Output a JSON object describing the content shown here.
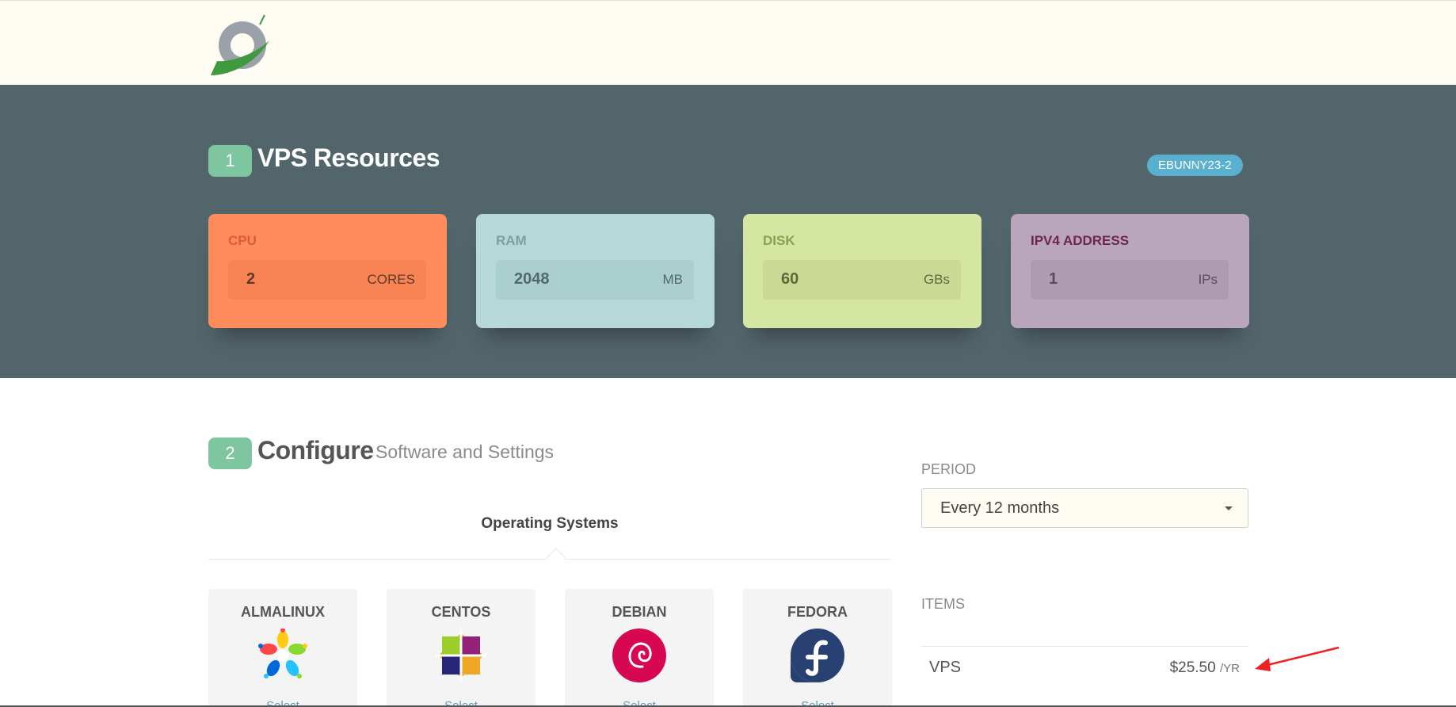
{
  "header": {
    "logo_icon": "company-logo-icon"
  },
  "resources": {
    "step": "1",
    "title": "VPS Resources",
    "promo_code": "EBUNNY23-2",
    "cards": [
      {
        "label": "CPU",
        "value": "2",
        "unit": "CORES",
        "color": "#ff8c5a"
      },
      {
        "label": "RAM",
        "value": "2048",
        "unit": "MB",
        "color": "#b6d9d8"
      },
      {
        "label": "DISK",
        "value": "60",
        "unit": "GBs",
        "color": "#d5e5a2"
      },
      {
        "label": "IPV4 ADDRESS",
        "value": "1",
        "unit": "IPs",
        "color": "#b9a6bc"
      }
    ]
  },
  "configure": {
    "step": "2",
    "title": "Configure",
    "subtitle": "Software and Settings",
    "os_tab_label": "Operating Systems",
    "os_options": [
      {
        "name": "ALMALINUX",
        "icon": "almalinux-icon",
        "select_label": "Select"
      },
      {
        "name": "CENTOS",
        "icon": "centos-icon",
        "select_label": "Select"
      },
      {
        "name": "DEBIAN",
        "icon": "debian-icon",
        "select_label": "Select"
      },
      {
        "name": "FEDORA",
        "icon": "fedora-icon",
        "select_label": "Select"
      }
    ]
  },
  "summary": {
    "period_label": "PERIOD",
    "period_value": "Every 12 months",
    "items_label": "ITEMS",
    "items": [
      {
        "name": "VPS",
        "price": "$25.50",
        "unit": "/YR"
      }
    ],
    "annotation_icon": "red-arrow-annotation-icon"
  },
  "colors": {
    "hero_bg": "#52656a",
    "step_badge": "#7ec6a0",
    "promo_badge": "#5ab0cf",
    "header_bg": "#fffcf4"
  }
}
